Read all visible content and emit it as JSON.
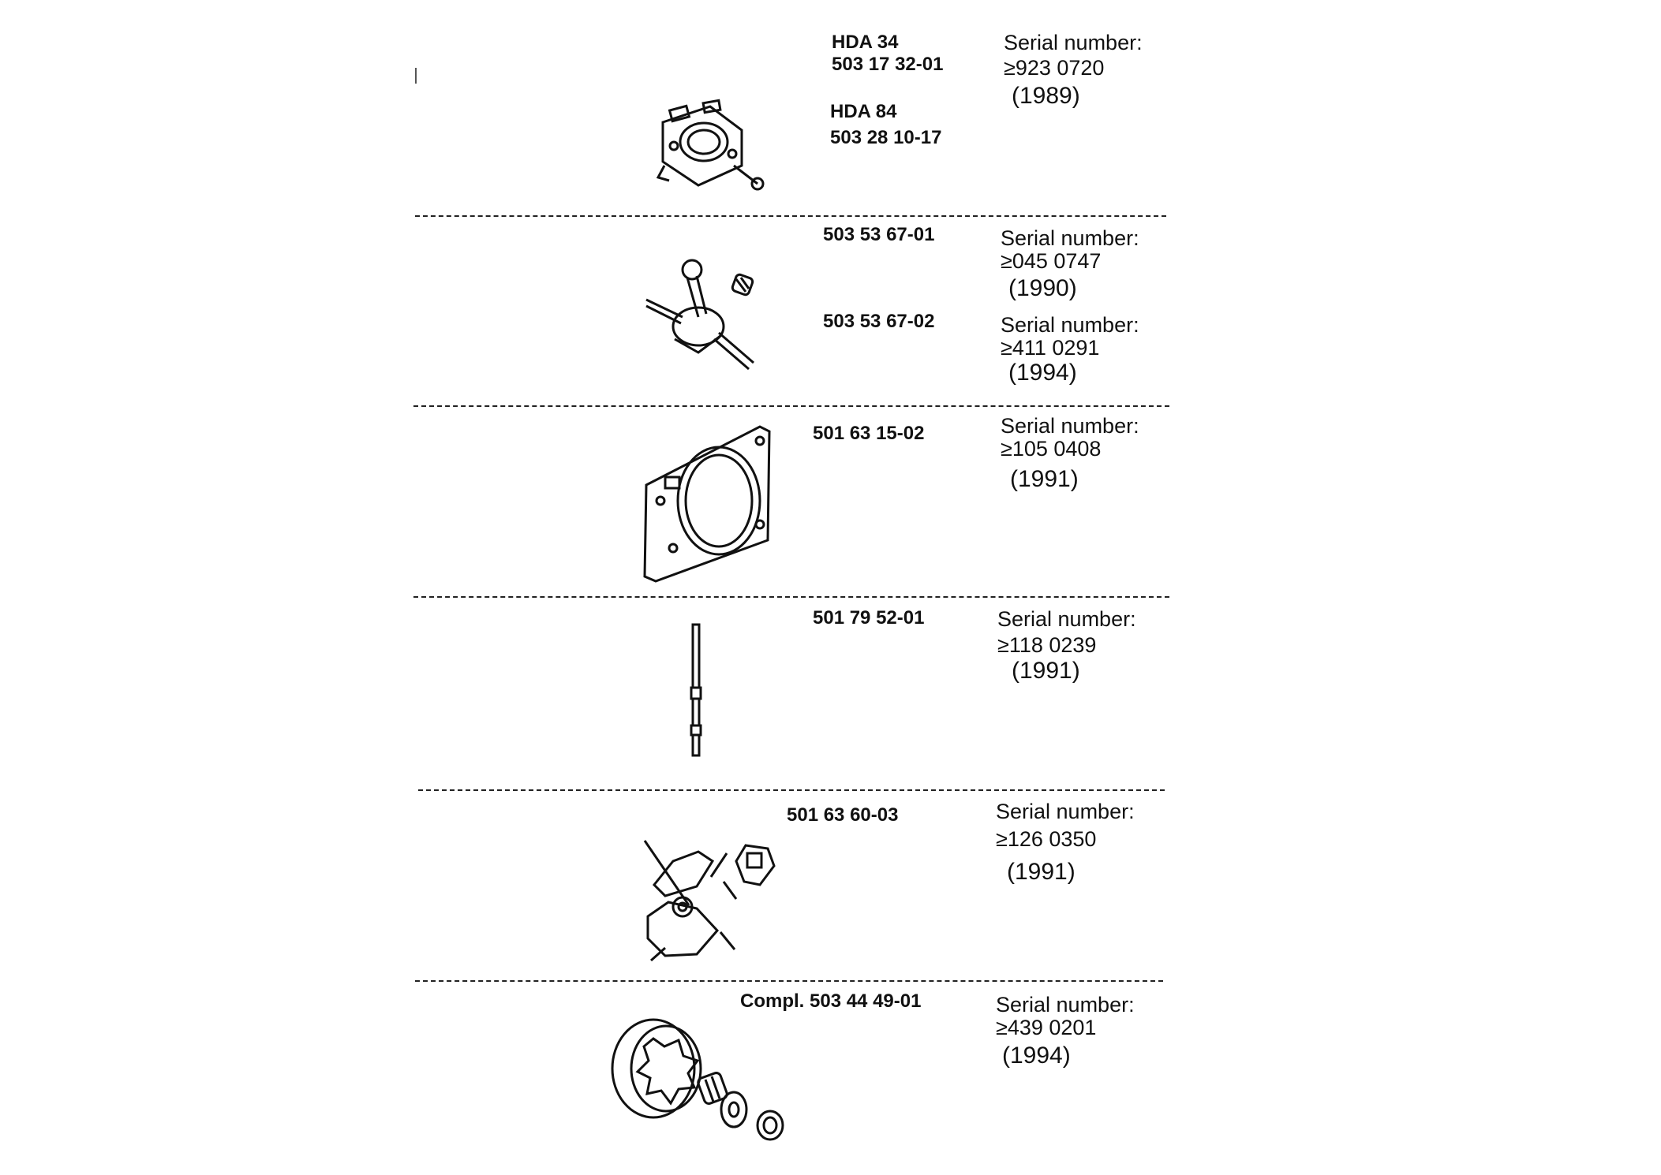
{
  "rows": [
    {
      "parts": [
        {
          "name": "HDA 34",
          "number": "503 17 32-01"
        },
        {
          "name": "HDA 84",
          "number": "503 28 10-17"
        }
      ],
      "serials": [
        {
          "label": "Serial number:",
          "value": "≥923 0720",
          "year": "(1989)"
        }
      ],
      "icon": "carburetor-icon"
    },
    {
      "parts": [
        {
          "number": "503 53 67-01"
        },
        {
          "number": "503 53 67-02"
        }
      ],
      "serials": [
        {
          "label": "Serial number:",
          "value": "≥045 0747",
          "year": "(1990)"
        },
        {
          "label": "Serial number:",
          "value": "≥411 0291",
          "year": "(1994)"
        }
      ],
      "icon": "crankshaft-icon"
    },
    {
      "parts": [
        {
          "number": "501 63 15-02"
        }
      ],
      "serials": [
        {
          "label": "Serial number:",
          "value": "≥105 0408",
          "year": "(1991)"
        }
      ],
      "icon": "gasket-plate-icon"
    },
    {
      "parts": [
        {
          "number": "501 79 52-01"
        }
      ],
      "serials": [
        {
          "label": "Serial number:",
          "value": "≥118 0239",
          "year": "(1991)"
        }
      ],
      "icon": "rod-icon"
    },
    {
      "parts": [
        {
          "number": "501 63 60-03"
        }
      ],
      "serials": [
        {
          "label": "Serial number:",
          "value": "≥126 0350",
          "year": "(1991)"
        }
      ],
      "icon": "clutch-icon"
    },
    {
      "parts": [
        {
          "number": "Compl. 503 44 49-01"
        }
      ],
      "serials": [
        {
          "label": "Serial number:",
          "value": "≥439 0201",
          "year": "(1994)"
        }
      ],
      "icon": "clutch-drum-icon"
    }
  ]
}
